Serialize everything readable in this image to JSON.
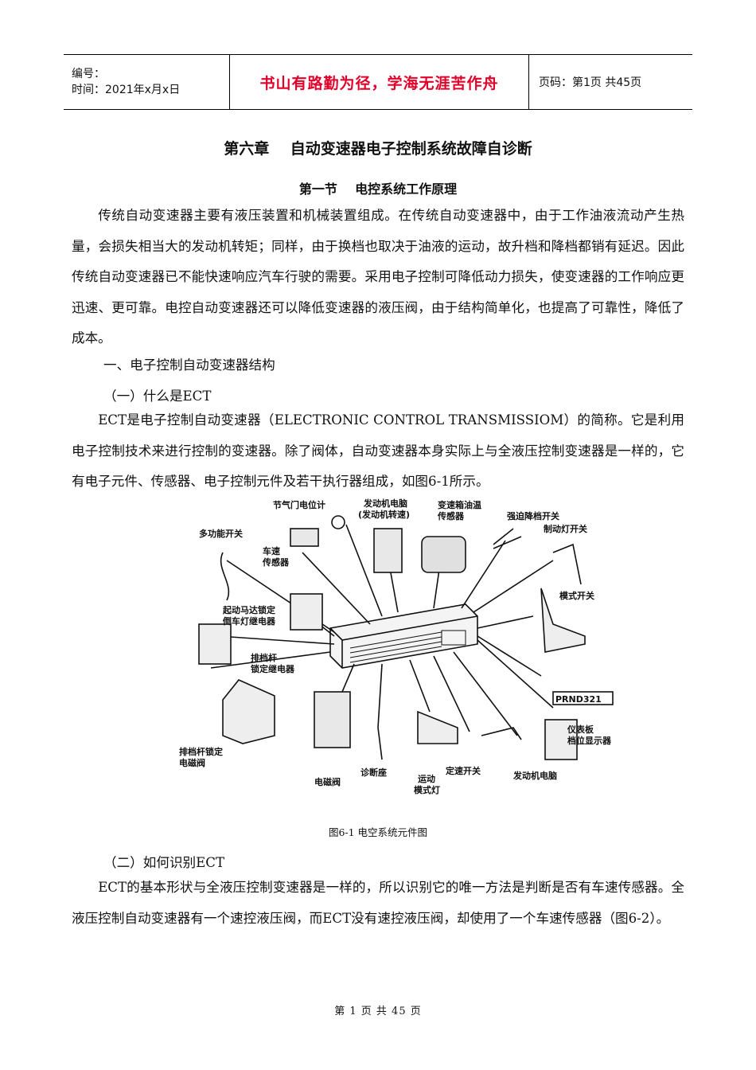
{
  "header": {
    "number_label": "编号：",
    "time_label": "时间：2021年x月x日",
    "motto": "书山有路勤为径，学海无涯苦作舟",
    "page_info": "页码：第1页  共45页"
  },
  "chapter_title": "第六章    自动变速器电子控制系统故障自诊断",
  "section_title": "第一节    电控系统工作原理",
  "paragraph_1": "传统自动变速器主要有液压装置和机械装置组成。在传统自动变速器中，由于工作油液流动产生热量，会损失相当大的发动机转矩；同样，由于换档也取决于油液的运动，故升档和降档都销有延迟。因此传统自动变速器已不能快速响应汽车行驶的需要。采用电子控制可降低动力损失，使变速器的工作响应更迅速、更可靠。电控自动变速器还可以降低变速器的液压阀，由于结构简单化，也提高了可靠性，降低了成本。",
  "heading_1": "一、电子控制自动变速器结构",
  "heading_1_1": "（一）什么是ECT",
  "paragraph_2": "ECT是电子控制自动变速器（ELECTRONIC CONTROL TRANSMISSIOM）的简称。它是利用电子控制技术来进行控制的变速器。除了阀体，自动变速器本身实际上与全液压控制变速器是一样的，它有电子元件、传感器、电子控制元件及若干执行器组成，如图6-1所示。",
  "figure": {
    "labels": {
      "throttle_sensor": "节气门电位计",
      "ecu_engine_speed_1": "发动机电脑",
      "ecu_engine_speed_2": "(发动机转速)",
      "oil_temp_1": "变速箱油温",
      "oil_temp_2": "传感器",
      "kickdown": "强迫降档开关",
      "brake_light": "制动灯开关",
      "multi_switch": "多功能开关",
      "speed_sensor_1": "车速",
      "speed_sensor_2": "传感器",
      "starter_relay_1": "起动马达锁定",
      "starter_relay_2": "倒车灯继电器",
      "mode_switch": "模式开关",
      "shift_lock_relay_1": "排档杆",
      "shift_lock_relay_2": "锁定继电器",
      "gear_display_code": "PRND321",
      "dash_display_1": "仪表板",
      "dash_display_2": "档位显示器",
      "shift_lock_solenoid_1": "排档杆锁定",
      "shift_lock_solenoid_2": "电磁阀",
      "solenoid": "电磁阀",
      "diag_socket": "诊断座",
      "sport_lamp_1": "运动",
      "sport_lamp_2": "模式灯",
      "cruise_switch": "定速开关",
      "engine_ecu": "发动机电脑"
    },
    "caption": "图6-1 电空系统元件图"
  },
  "heading_1_2": "（二）如何识别ECT",
  "paragraph_3": "ECT的基本形状与全液压控制变速器是一样的，所以识别它的唯一方法是判断是否有车速传感器。全液压控制自动变速器有一个速控液压阀，而ECT没有速控液压阀，却使用了一个车速传感器（图6-2）。",
  "footer": "第 1 页 共 45 页"
}
